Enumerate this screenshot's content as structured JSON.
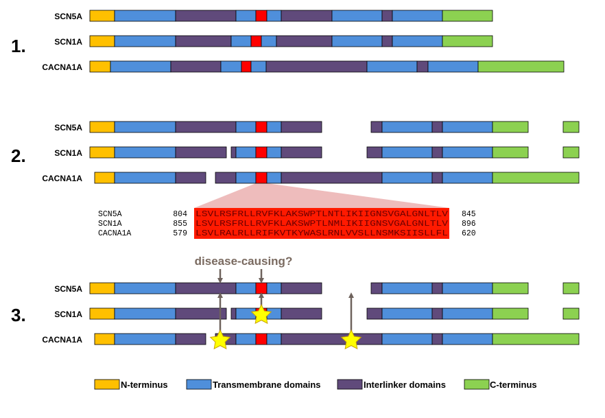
{
  "colors": {
    "n_terminus": "#ffc000",
    "transmembrane": "#4f8fdb",
    "interlinker": "#604a7b",
    "c_terminus": "#8cd151",
    "pore": "#ff0000",
    "arrow": "#6e625c",
    "star": "#ffff00"
  },
  "panels": [
    {
      "number": "1.",
      "tracks": [
        {
          "gene": "SCN5A",
          "segments": [
            [
              "n",
              131,
              167
            ],
            [
              "tm",
              167,
              256
            ],
            [
              "il",
              256,
              344
            ],
            [
              "tm",
              344,
              373
            ],
            [
              "pore",
              373,
              389
            ],
            [
              "tm",
              389,
              410
            ],
            [
              "il",
              410,
              484
            ],
            [
              "tm",
              484,
              557
            ],
            [
              "il",
              557,
              572
            ],
            [
              "tm",
              572,
              645
            ],
            [
              "c",
              645,
              718
            ]
          ]
        },
        {
          "gene": "SCN1A",
          "segments": [
            [
              "n",
              131,
              167
            ],
            [
              "tm",
              167,
              256
            ],
            [
              "il",
              256,
              337
            ],
            [
              "tm",
              337,
              366
            ],
            [
              "pore",
              366,
              381
            ],
            [
              "tm",
              381,
              403
            ],
            [
              "il",
              403,
              484
            ],
            [
              "tm",
              484,
              557
            ],
            [
              "il",
              557,
              572
            ],
            [
              "tm",
              572,
              645
            ],
            [
              "c",
              645,
              718
            ]
          ]
        },
        {
          "gene": "CACNA1A",
          "segments": [
            [
              "n",
              131,
              161
            ],
            [
              "tm",
              161,
              249
            ],
            [
              "il",
              249,
              322
            ],
            [
              "tm",
              322,
              352
            ],
            [
              "pore",
              352,
              366
            ],
            [
              "tm",
              366,
              388
            ],
            [
              "il",
              388,
              535
            ],
            [
              "tm",
              535,
              608
            ],
            [
              "il",
              608,
              624
            ],
            [
              "tm",
              624,
              697
            ],
            [
              "c",
              697,
              822
            ]
          ]
        }
      ]
    },
    {
      "number": "2.",
      "tracks": [
        {
          "gene": "SCN5A",
          "segments": [
            [
              "n",
              131,
              167
            ],
            [
              "tm",
              167,
              256
            ],
            [
              "il",
              256,
              344
            ],
            [
              "tm",
              344,
              373
            ],
            [
              "pore",
              373,
              389
            ],
            [
              "tm",
              389,
              410
            ],
            [
              "il",
              410,
              469
            ],
            [
              "il",
              541,
              557
            ],
            [
              "tm",
              557,
              630
            ],
            [
              "il",
              630,
              645
            ],
            [
              "tm",
              645,
              718
            ],
            [
              "c",
              718,
              770
            ],
            [
              "c",
              821,
              844
            ]
          ]
        },
        {
          "gene": "SCN1A",
          "segments": [
            [
              "n",
              131,
              167
            ],
            [
              "tm",
              167,
              256
            ],
            [
              "il",
              256,
              330
            ],
            [
              "il",
              337,
              344
            ],
            [
              "tm",
              344,
              373
            ],
            [
              "pore",
              373,
              389
            ],
            [
              "tm",
              389,
              410
            ],
            [
              "il",
              410,
              469
            ],
            [
              "il",
              535,
              557
            ],
            [
              "tm",
              557,
              630
            ],
            [
              "il",
              630,
              645
            ],
            [
              "tm",
              645,
              718
            ],
            [
              "c",
              718,
              770
            ],
            [
              "c",
              821,
              844
            ]
          ]
        },
        {
          "gene": "CACNA1A",
          "segments": [
            [
              "n",
              138,
              167
            ],
            [
              "tm",
              167,
              256
            ],
            [
              "il",
              256,
              300
            ],
            [
              "il",
              314,
              344
            ],
            [
              "tm",
              344,
              373
            ],
            [
              "pore",
              373,
              389
            ],
            [
              "tm",
              389,
              410
            ],
            [
              "il",
              410,
              557
            ],
            [
              "tm",
              557,
              630
            ],
            [
              "il",
              630,
              645
            ],
            [
              "tm",
              645,
              718
            ],
            [
              "c",
              718,
              844
            ]
          ]
        }
      ]
    },
    {
      "number": "3.",
      "tracks": [
        {
          "gene": "SCN5A",
          "segments": [
            [
              "n",
              131,
              167
            ],
            [
              "tm",
              167,
              256
            ],
            [
              "il",
              256,
              344
            ],
            [
              "tm",
              344,
              373
            ],
            [
              "pore",
              373,
              389
            ],
            [
              "tm",
              389,
              410
            ],
            [
              "il",
              410,
              469
            ],
            [
              "il",
              541,
              557
            ],
            [
              "tm",
              557,
              630
            ],
            [
              "il",
              630,
              645
            ],
            [
              "tm",
              645,
              718
            ],
            [
              "c",
              718,
              770
            ],
            [
              "c",
              821,
              844
            ]
          ]
        },
        {
          "gene": "SCN1A",
          "segments": [
            [
              "n",
              131,
              167
            ],
            [
              "tm",
              167,
              256
            ],
            [
              "il",
              256,
              330
            ],
            [
              "il",
              337,
              344
            ],
            [
              "tm",
              344,
              373
            ],
            [
              "pore",
              373,
              389
            ],
            [
              "tm",
              389,
              410
            ],
            [
              "il",
              410,
              469
            ],
            [
              "il",
              535,
              557
            ],
            [
              "tm",
              557,
              630
            ],
            [
              "il",
              630,
              645
            ],
            [
              "tm",
              645,
              718
            ],
            [
              "c",
              718,
              770
            ],
            [
              "c",
              821,
              844
            ]
          ]
        },
        {
          "gene": "CACNA1A",
          "segments": [
            [
              "n",
              138,
              167
            ],
            [
              "tm",
              167,
              256
            ],
            [
              "il",
              256,
              300
            ],
            [
              "il",
              314,
              344
            ],
            [
              "tm",
              344,
              373
            ],
            [
              "pore",
              373,
              389
            ],
            [
              "tm",
              389,
              410
            ],
            [
              "il",
              410,
              557
            ],
            [
              "tm",
              557,
              630
            ],
            [
              "il",
              630,
              645
            ],
            [
              "tm",
              645,
              718
            ],
            [
              "c",
              718,
              844
            ]
          ]
        }
      ]
    }
  ],
  "alignment": {
    "rows": [
      {
        "gene": "SCN5A",
        "start": "804",
        "sequence": "LSVLRSFRLLRVFKLAKSWPTLNTLIKIIGNSVGALGNLTLV",
        "end": "845"
      },
      {
        "gene": "SCN1A",
        "start": "855",
        "sequence": "LSVLRSFRLLRVFKLAKSWPTLNMLIKIIGNSVGALGNLTLV",
        "end": "896"
      },
      {
        "gene": "CACNA1A",
        "start": "579",
        "sequence": "LSVLRALRLLRIFKVTKYWASLRNLVVSLLNSMKSIISLLFL",
        "end": "620"
      }
    ]
  },
  "annotation": {
    "label": "disease-causing?"
  },
  "legend": [
    {
      "key": "n",
      "label": "N-terminus"
    },
    {
      "key": "tm",
      "label": "Transmembrane domains"
    },
    {
      "key": "il",
      "label": "Interlinker domains"
    },
    {
      "key": "c",
      "label": "C-terminus"
    }
  ]
}
